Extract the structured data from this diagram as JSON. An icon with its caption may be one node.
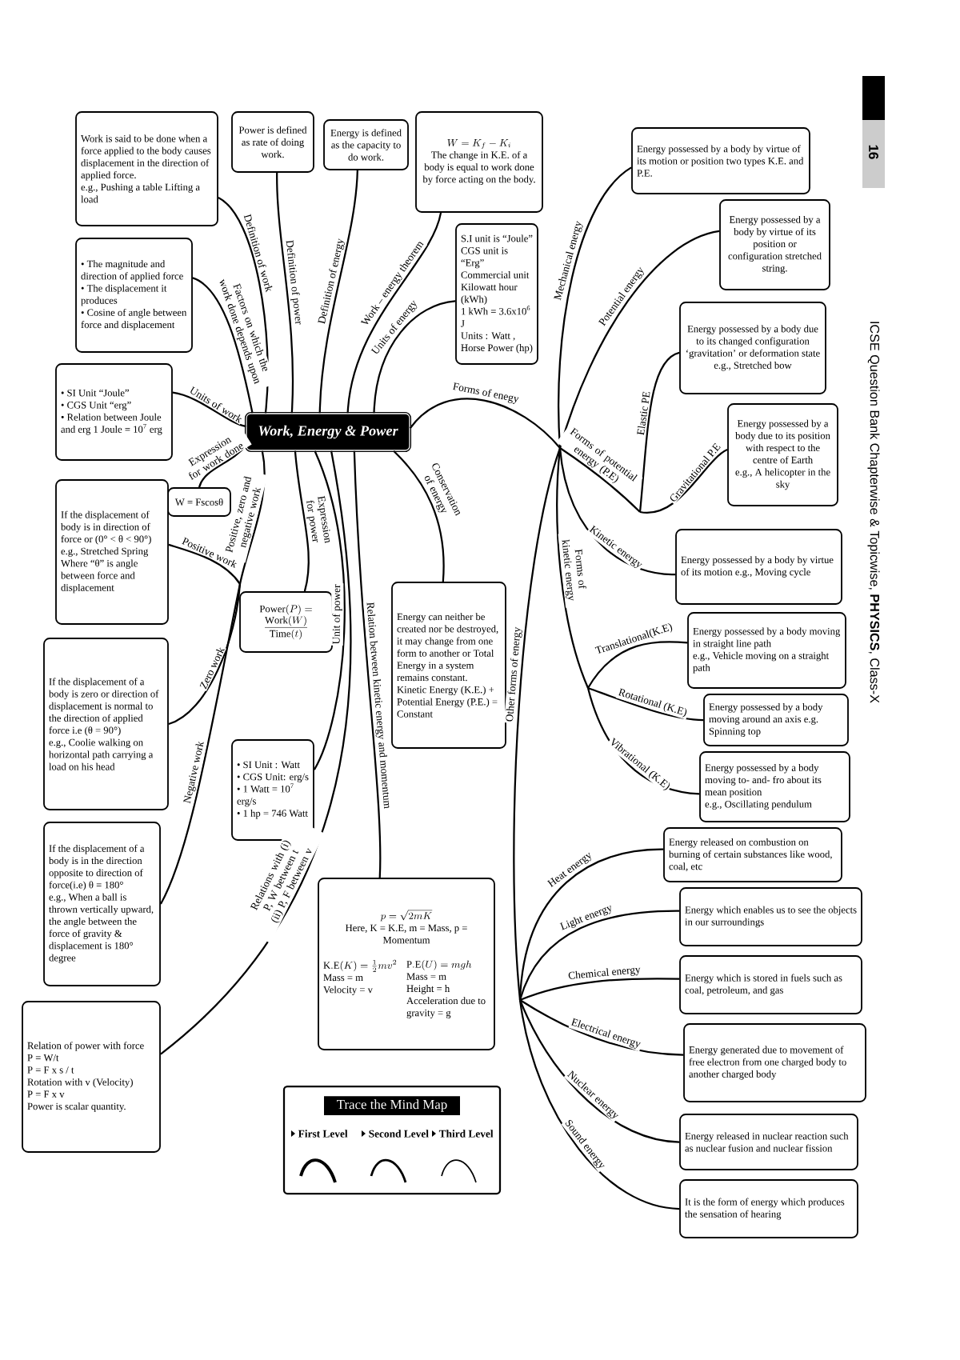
{
  "diagram": {
    "nodes": [
      {
        "text": [
          "Work, Energy & Power"
        ]
      },
      {
        "text": [
          "Work is said to be done when a force applied to the body causes displacement in the direction of applied force.",
          "e.g., Pushing a table Lifting a load"
        ]
      },
      {
        "text": [
          "Power is defined as rate of doing work."
        ]
      },
      {
        "text": [
          "Energy is defined as the capacity to do work."
        ]
      },
      {
        "text": [
          "W=K_{f}-K_{i}",
          "The change in K.E. of a body is equal to work done by force acting on the body."
        ]
      },
      {
        "text": [
          "S.I unit is “Joule”",
          "CGS unit is “Erg”",
          "Commercial unit Kilowatt hour (kWh)",
          "1 kWh = 3.6x10$^{6}$ J",
          "Units : Watt , Horse Power (hp)"
        ]
      },
      {
        "text": [
          "• The magnitude and direction of applied force",
          "• The displacement it produces",
          "• Cosine of angle between force and displacement"
        ]
      },
      {
        "text": [
          "• SI Unit “Joule”",
          "• CGS Unit “erg”",
          "• Relation between Joule and erg 1 Joule = 10$^{7}$ erg"
        ]
      },
      {
        "text": [
          "W = Fscosθ"
        ]
      },
      {
        "text": [
          "If the displacement of body is in direction of force or (0° < θ < 90°)",
          "e.g., Stretched Spring",
          "Where “θ” is angle between force and displacement"
        ]
      },
      {
        "text": [
          "If the displacement of a body is zero or direction of displacement is normal to the direction of applied force i.e (θ = 90°)",
          "e.g., Coolie walking on horizontal path carrying a load on his head"
        ]
      },
      {
        "text": [
          "If the displacement of a body is in the direction opposite to direction of force(i.e) θ = 180°",
          "e.g., When a ball is thrown vertically upward, the angle between the force of gravity & displacement is 180° degree"
        ]
      },
      {
        "text": [
          "Relation of power with force",
          "P = W/t",
          "P = F x s / t",
          "Rotation with v (Velocity)",
          "P = F x v",
          "Power is scalar quantity."
        ]
      },
      {
        "text": [
          "\\mathrm{Power}(P)=\\frac{\\mathrm{Work}(W)}{\\mathrm{Time}(t)}"
        ]
      },
      {
        "text": [
          "• SI Unit : Watt",
          "• CGS Unit: erg/s",
          "• 1 Watt = 10$^{7}$ erg/s",
          "• 1 hp = 746 Watt"
        ]
      },
      {
        "text": [
          "Energy can neither be created nor be destroyed, it may change from one form to another or Total Energy in a system remains constant.",
          "Kinetic Energy (K.E.) + Potential Energy (P.E.) = Constant"
        ]
      },
      {
        "text": [
          "p=\\sqrt{2mK}",
          "Here, K = K.E, m = Mass, p = Momentum",
          "\\mathrm{K.E}(K)=\\frac{1}{2}mv^{2}",
          "Mass = m",
          "Velocity = v",
          "\\mathrm{P.E}(U)=mgh",
          "Mass = m",
          "Height = h",
          "Acceleration due to gravity = g"
        ]
      },
      {
        "text": [
          "Energy possessed by a body by virtue of its motion or position two types K.E. and P.E."
        ]
      },
      {
        "text": [
          "Energy possessed by a body by virtue of its position or configuration stretched string."
        ]
      },
      {
        "text": [
          "Energy possessed by a body due to its changed configuration ‘gravitation’ or deformation state",
          "e.g., Stretched bow"
        ]
      },
      {
        "text": [
          "Energy possessed by a body due to its position with respect to the centre of Earth",
          "e.g., A helicopter in the sky"
        ]
      },
      {
        "text": [
          "Energy possessed by a body by virtue of its motion e.g., Moving cycle"
        ]
      },
      {
        "text": [
          "Energy possessed by a body moving in straight line path",
          "e.g., Vehicle moving on a straight path"
        ]
      },
      {
        "text": [
          "Energy possessed by a body moving around an axis e.g. Spinning top"
        ]
      },
      {
        "text": [
          "Energy possessed by a body moving to- and- fro about its mean position",
          "e.g., Oscillating pendulum"
        ]
      },
      {
        "text": [
          "Energy released on combustion on burning of certain substances like wood, coal, etc"
        ]
      },
      {
        "text": [
          "Energy which enables us to see the objects in our surroundings"
        ]
      },
      {
        "text": [
          "Energy which is stored in fuels such as coal, petroleum, and gas"
        ]
      },
      {
        "text": [
          "Energy generated due to movement of free electron from one charged body to another charged body"
        ]
      },
      {
        "text": [
          "Energy released in nuclear reaction such as nuclear fusion and nuclear fission"
        ]
      },
      {
        "text": [
          "It is the form of energy which produces the sensation of hearing"
        ]
      }
    ],
    "edges": [
      {
        "from": 0,
        "to": 1,
        "arrow": "none",
        "label": "Definition of work"
      },
      {
        "from": 0,
        "to": 2,
        "arrow": "none",
        "label": "Definition of power"
      },
      {
        "from": 0,
        "to": 3,
        "arrow": "none",
        "label": "Definition of energy"
      },
      {
        "from": 0,
        "to": 4,
        "arrow": "none",
        "label": "Work – energy theorem"
      },
      {
        "from": 0,
        "to": 5,
        "arrow": "none",
        "label": "Units of energy"
      },
      {
        "from": 0,
        "to": 6,
        "arrow": "none",
        "label": "Factors on which the work done depends upon"
      },
      {
        "from": 0,
        "to": 7,
        "arrow": "none",
        "label": "Units of work"
      },
      {
        "from": 0,
        "to": 8,
        "arrow": "none",
        "label": "Expression for work done"
      },
      {
        "from": 0,
        "to": 9,
        "arrow": "none",
        "label": "Positive work"
      },
      {
        "from": 0,
        "to": 10,
        "arrow": "none",
        "label": "Zero work"
      },
      {
        "from": 0,
        "to": 11,
        "arrow": "none",
        "label": "Negative work"
      },
      {
        "from": 0,
        "to": 13,
        "arrow": "none",
        "label": "Expression for power"
      },
      {
        "from": 0,
        "to": 14,
        "arrow": "none",
        "label": "Unit of power"
      },
      {
        "from": 0,
        "to": 12,
        "arrow": "none",
        "label": "Relations with (i) P, W between t (ii) P, F between v"
      },
      {
        "from": 0,
        "to": 16,
        "arrow": "none",
        "label": "Relation between kinetic energy and momentum"
      },
      {
        "from": 0,
        "to": 15,
        "arrow": "none",
        "label": "Conservation of energy"
      },
      {
        "from": 0,
        "to": 17,
        "arrow": "none",
        "label": "Mechanical energy"
      },
      {
        "from": 0,
        "to": 18,
        "arrow": "none",
        "label": "Potential energy"
      },
      {
        "from": 0,
        "to": 19,
        "arrow": "none",
        "label": "Elastic PE"
      },
      {
        "from": 0,
        "to": 20,
        "arrow": "none",
        "label": "Gravitational P.E"
      },
      {
        "from": 0,
        "to": 21,
        "arrow": "none",
        "label": "Kinetic energy"
      },
      {
        "from": 0,
        "to": 22,
        "arrow": "none",
        "label": "Translational(K.E)"
      },
      {
        "from": 0,
        "to": 23,
        "arrow": "none",
        "label": "Rotational (K.E)"
      },
      {
        "from": 0,
        "to": 24,
        "arrow": "none",
        "label": "Vibrational (K.E)"
      },
      {
        "from": 0,
        "to": 25,
        "arrow": "none",
        "label": "Heat energy"
      },
      {
        "from": 0,
        "to": 26,
        "arrow": "none",
        "label": "Light energy"
      },
      {
        "from": 0,
        "to": 27,
        "arrow": "none",
        "label": "Chemical energy"
      },
      {
        "from": 0,
        "to": 28,
        "arrow": "none",
        "label": "Electrical energy"
      },
      {
        "from": 0,
        "to": 29,
        "arrow": "none",
        "label": "Nuclear energy"
      },
      {
        "from": 0,
        "to": 30,
        "arrow": "none",
        "label": "Sound energy"
      }
    ],
    "labels": [
      "Positive, zero and negative work",
      "Forms of enegy",
      "Forms of potential energy (P.E)",
      "Forms of kinetic energy",
      "Other forms of energy",
      "Trace the Mind Map",
      "16",
      "ICSE Question Bank Chapterwise & Topicwise, **PHYSICS**, Class-X"
    ],
    "legend": [
      {
        "text": "First Level"
      },
      {
        "text": "Second Level"
      },
      {
        "text": "Third Level"
      }
    ]
  }
}
